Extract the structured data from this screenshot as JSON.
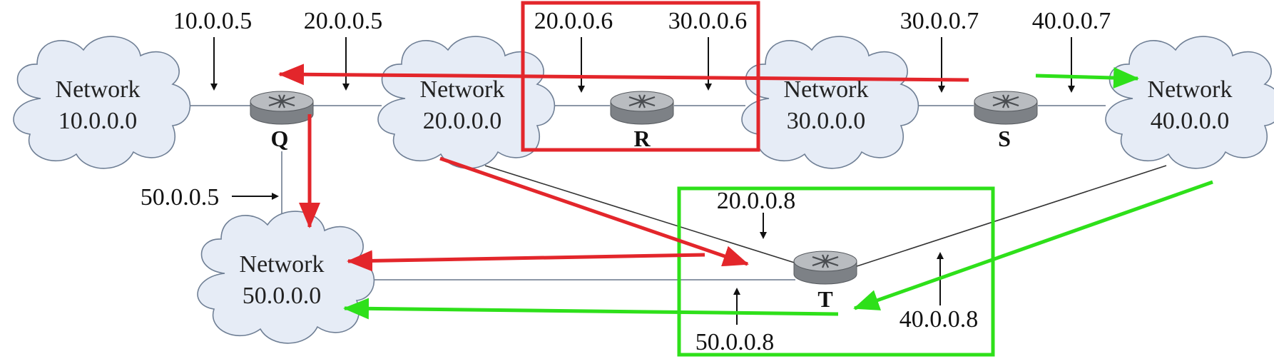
{
  "networks": [
    {
      "id": "n10",
      "line1": "Network",
      "line2": "10.0.0.0"
    },
    {
      "id": "n20",
      "line1": "Network",
      "line2": "20.0.0.0"
    },
    {
      "id": "n30",
      "line1": "Network",
      "line2": "30.0.0.0"
    },
    {
      "id": "n40",
      "line1": "Network",
      "line2": "40.0.0.0"
    },
    {
      "id": "n50",
      "line1": "Network",
      "line2": "50.0.0.0"
    }
  ],
  "routers": [
    {
      "id": "Q",
      "label": "Q"
    },
    {
      "id": "R",
      "label": "R"
    },
    {
      "id": "S",
      "label": "S"
    },
    {
      "id": "T",
      "label": "T"
    }
  ],
  "addresses": {
    "q_10": "10.0.0.5",
    "q_20": "20.0.0.5",
    "q_50": "50.0.0.5",
    "r_20": "20.0.0.6",
    "r_30": "30.0.0.6",
    "s_30": "30.0.0.7",
    "s_40": "40.0.0.7",
    "t_20": "20.0.0.8",
    "t_50": "50.0.0.8",
    "t_40": "40.0.0.8"
  },
  "colors": {
    "cloud_fill": "#e6ecf6",
    "cloud_stroke": "#6f7f95",
    "link": "#8c97a6",
    "router_top": "#b9bcc0",
    "router_side": "#7d8186",
    "highlight_red": "#e3262b",
    "highlight_green": "#2ee01a"
  }
}
